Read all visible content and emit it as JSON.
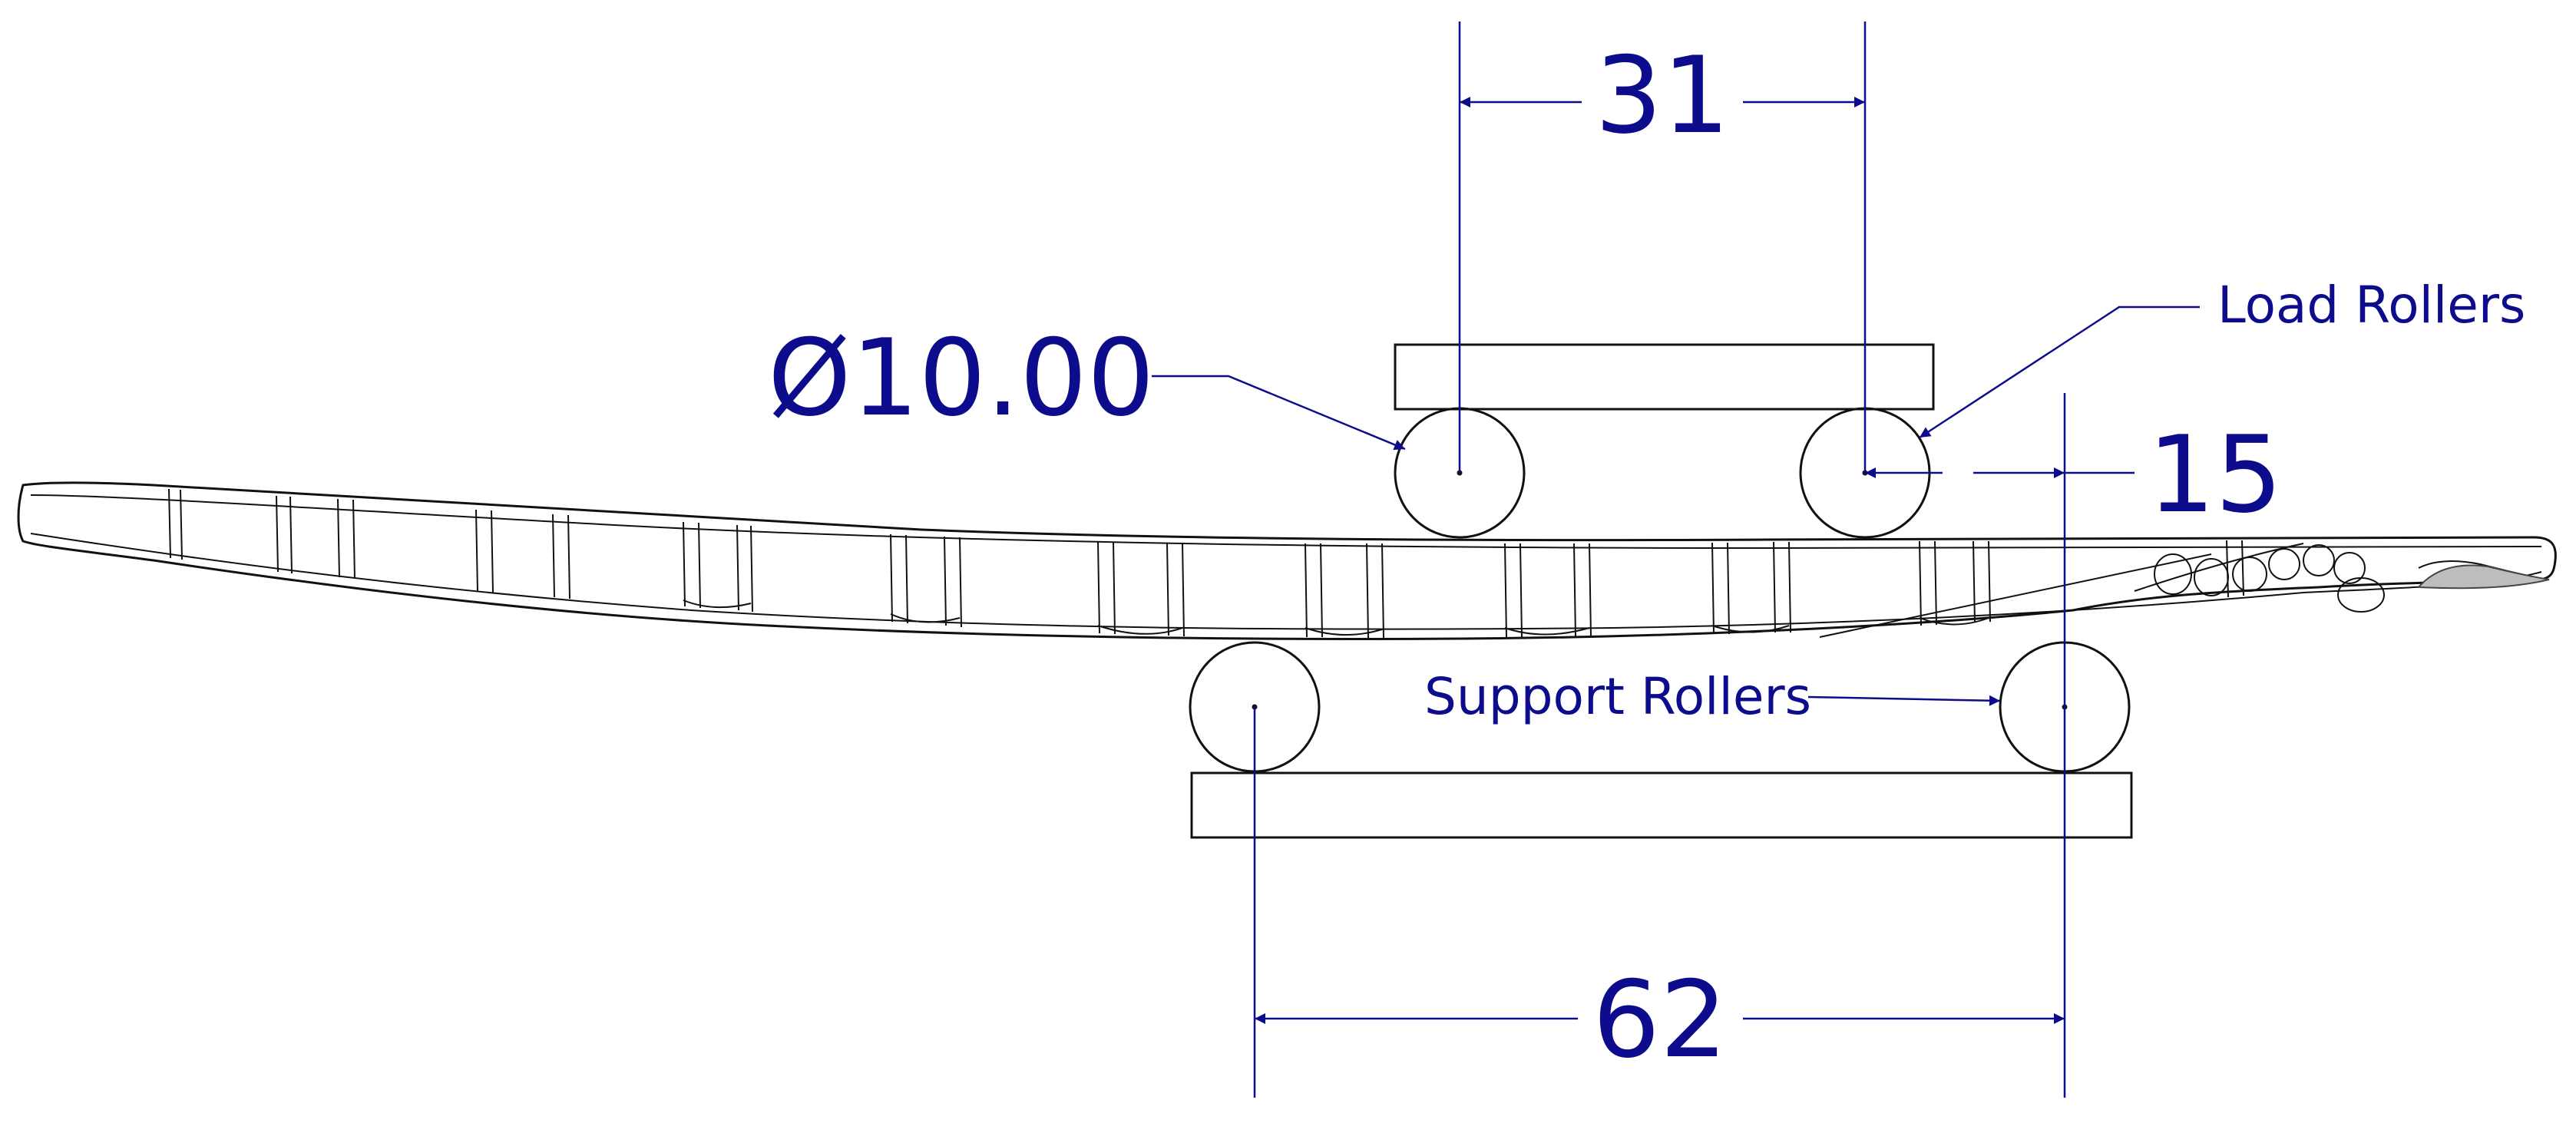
{
  "drawing": {
    "dimensions": {
      "load_span": "31",
      "support_span": "62",
      "roller_diameter": "Ø10.00",
      "plate_thickness": "15"
    },
    "labels": {
      "load_rollers": "Load Rollers",
      "support_rollers": "Support Rollers"
    }
  },
  "colors": {
    "dimension": "#0c0c8c",
    "outline": "#111111",
    "background": "#ffffff"
  }
}
